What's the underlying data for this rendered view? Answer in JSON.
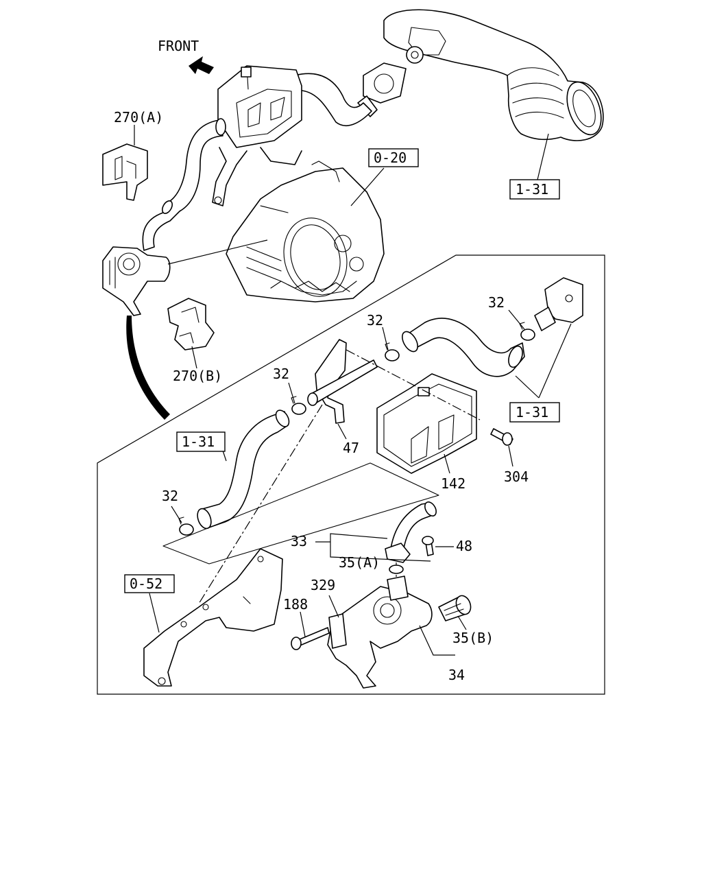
{
  "direction_label": "FRONT",
  "labels": {
    "l270a": "270(A)",
    "l270b": "270(B)",
    "l020": "0-20",
    "l131_top": "1-31",
    "l131_right": "1-31",
    "l131_left": "1-31",
    "l32_a": "32",
    "l32_b": "32",
    "l32_c": "32",
    "l32_d": "32",
    "l47": "47",
    "l142": "142",
    "l304": "304",
    "l33": "33",
    "l48": "48",
    "l35a": "35(A)",
    "l052": "0-52",
    "l329": "329",
    "l188": "188",
    "l35b": "35(B)",
    "l34": "34"
  }
}
